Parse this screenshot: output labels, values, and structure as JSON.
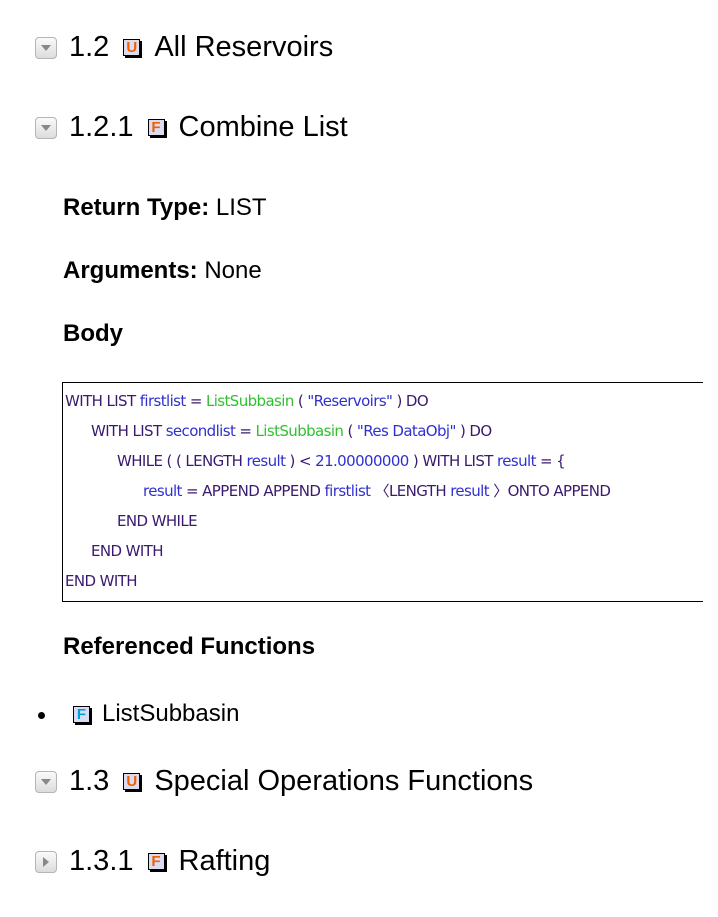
{
  "sections": [
    {
      "number": "1.2",
      "type_icon": "U",
      "title": "All Reservoirs",
      "expanded": true
    },
    {
      "number": "1.2.1",
      "type_icon": "F",
      "title": "Combine List",
      "expanded": true
    },
    {
      "number": "1.3",
      "type_icon": "U",
      "title": "Special Operations Functions",
      "expanded": true
    },
    {
      "number": "1.3.1",
      "type_icon": "F",
      "title": "Rafting",
      "expanded": false
    }
  ],
  "details": {
    "return_type_label": "Return Type:",
    "return_type_value": "LIST",
    "arguments_label": "Arguments:",
    "arguments_value": "None",
    "body_label": "Body",
    "referenced_label": "Referenced Functions",
    "referenced": [
      {
        "icon": "F",
        "name": "ListSubbasin"
      }
    ]
  },
  "code_lines": [
    [
      [
        "kw",
        "WITH LIST "
      ],
      [
        "id",
        "firstlist"
      ],
      [
        "kw",
        " = "
      ],
      [
        "fn",
        "ListSubbasin"
      ],
      [
        "kw",
        " ( "
      ],
      [
        "id",
        "\"Reservoirs\""
      ],
      [
        "kw",
        " ) DO"
      ]
    ],
    [
      [
        "kw",
        "WITH LIST "
      ],
      [
        "id",
        "secondlist"
      ],
      [
        "kw",
        " = "
      ],
      [
        "fn",
        "ListSubbasin"
      ],
      [
        "kw",
        " ( "
      ],
      [
        "id",
        "\"Res DataObj\""
      ],
      [
        "kw",
        " ) DO"
      ]
    ],
    [
      [
        "kw",
        "WHILE ( ( LENGTH "
      ],
      [
        "id",
        "result"
      ],
      [
        "kw",
        " ) < "
      ],
      [
        "id",
        "21.00000000"
      ],
      [
        "kw",
        " ) WITH LIST "
      ],
      [
        "id",
        "result"
      ],
      [
        "kw",
        " = {"
      ]
    ],
    [
      [
        "id",
        "result"
      ],
      [
        "kw",
        " = APPEND APPEND "
      ],
      [
        "id",
        "firstlist"
      ],
      [
        "kw",
        " 〈LENGTH "
      ],
      [
        "id",
        "result"
      ],
      [
        "kw",
        " 〉ONTO APPEND"
      ]
    ],
    [
      [
        "kw",
        "END WHILE"
      ]
    ],
    [
      [
        "kw",
        "END WITH"
      ]
    ],
    [
      [
        "kw",
        "END WITH"
      ]
    ]
  ],
  "code_indents": [
    0,
    1,
    2,
    3,
    2,
    1,
    0
  ]
}
